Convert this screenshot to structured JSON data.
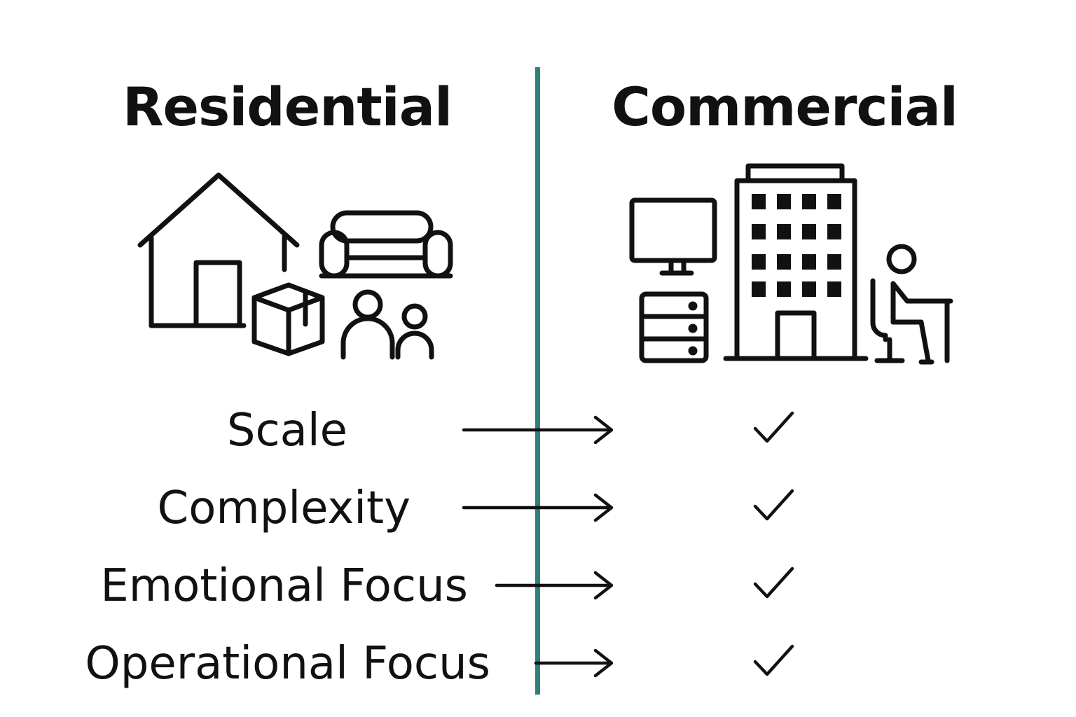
{
  "columns": {
    "left_title": "Residential",
    "right_title": "Commercial"
  },
  "icons": {
    "left": [
      "house-icon",
      "sofa-icon",
      "box-icon",
      "people-icon"
    ],
    "right": [
      "computer-icon",
      "cabinet-icon",
      "office-building-icon",
      "person-at-desk-icon"
    ]
  },
  "rows": [
    {
      "label": "Scale",
      "mark": "check-icon"
    },
    {
      "label": "Complexity",
      "mark": "check-icon"
    },
    {
      "label": "Emotional Focus",
      "mark": "check-icon"
    },
    {
      "label": "Operational Focus",
      "mark": "check-icon"
    }
  ],
  "colors": {
    "divider": "#2e8078",
    "ink": "#111111",
    "background": "#ffffff"
  }
}
